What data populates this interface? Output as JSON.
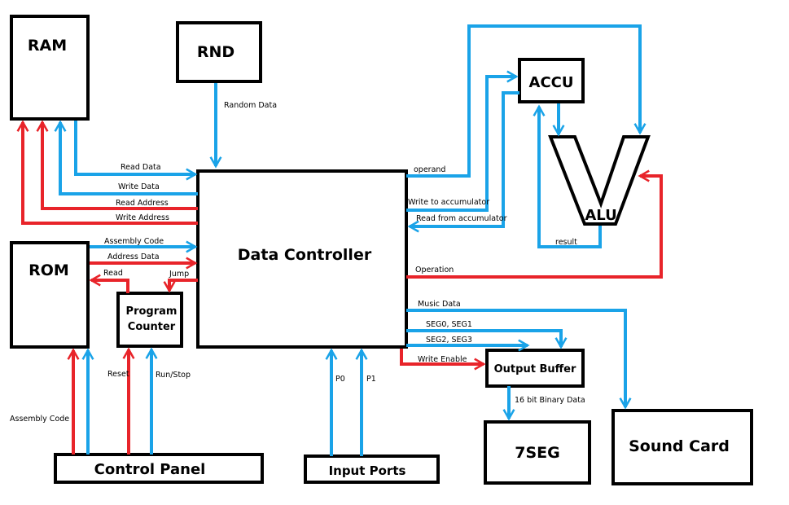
{
  "blocks": {
    "ram": "RAM",
    "rnd": "RND",
    "rom": "ROM",
    "program_counter_line1": "Program",
    "program_counter_line2": "Counter",
    "data_controller": "Data Controller",
    "accu": "ACCU",
    "alu": "ALU",
    "output_buffer": "Output Buffer",
    "seven_seg": "7SEG",
    "sound_card": "Sound Card",
    "control_panel": "Control Panel",
    "input_ports": "Input Ports"
  },
  "signals": {
    "random_data": "Random Data",
    "read_data": "Read Data",
    "write_data": "Write Data",
    "read_address": "Read Address",
    "write_address": "Write Address",
    "assembly_code": "Assembly Code",
    "address_data": "Address Data",
    "read": "Read",
    "jump": "Jump",
    "reset": "Reset",
    "run_stop": "Run/Stop",
    "assembly_code_panel": "Assembly Code",
    "p0": "P0",
    "p1": "P1",
    "operand": "operand",
    "write_to_accumulator": "Write to accumulator",
    "read_from_accumulator": "Read from accumulator",
    "result": "result",
    "operation": "Operation",
    "music_data": "Music Data",
    "seg0_seg1": "SEG0, SEG1",
    "seg2_seg3": "SEG2, SEG3",
    "write_enable": "Write Enable",
    "binary_data": "16 bit Binary Data"
  },
  "colors": {
    "data_line": "#1aa3e8",
    "control_line": "#e8242a",
    "box_border": "#000000"
  }
}
